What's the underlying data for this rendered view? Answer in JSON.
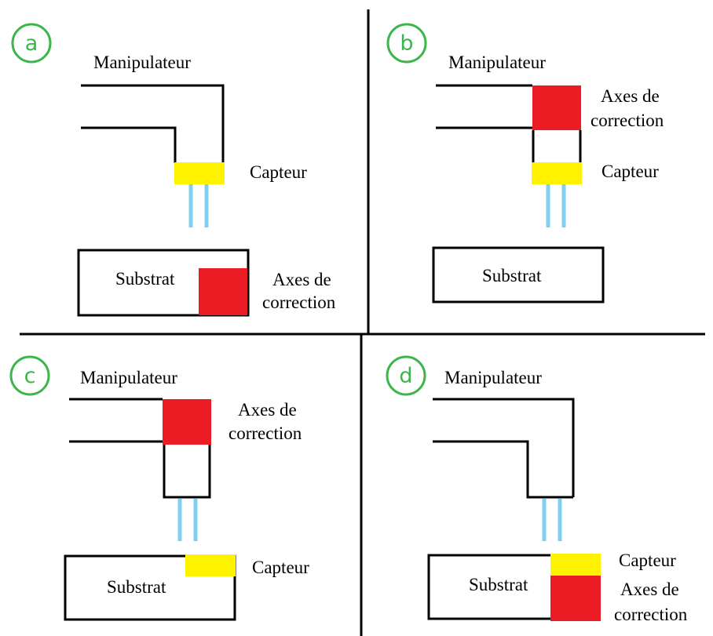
{
  "colors": {
    "badge": "#3cb54a",
    "correction": "#ec1c24",
    "sensor": "#fff200",
    "beam": "#7fd0f0",
    "line": "#000000"
  },
  "panels": [
    {
      "id": "a",
      "badge": "a",
      "manipulator_label": "Manipulateur",
      "sensor_label": "Capteur",
      "substrate_label": "Substrat",
      "correction_label_line1": "Axes de",
      "correction_label_line2": "correction"
    },
    {
      "id": "b",
      "badge": "b",
      "manipulator_label": "Manipulateur",
      "sensor_label": "Capteur",
      "substrate_label": "Substrat",
      "correction_label_line1": "Axes de",
      "correction_label_line2": "correction"
    },
    {
      "id": "c",
      "badge": "c",
      "manipulator_label": "Manipulateur",
      "sensor_label": "Capteur",
      "substrate_label": "Substrat",
      "correction_label_line1": "Axes de",
      "correction_label_line2": "correction"
    },
    {
      "id": "d",
      "badge": "d",
      "manipulator_label": "Manipulateur",
      "sensor_label": "Capteur",
      "substrate_label": "Substrat",
      "correction_label_line1": "Axes de",
      "correction_label_line2": "correction"
    }
  ]
}
